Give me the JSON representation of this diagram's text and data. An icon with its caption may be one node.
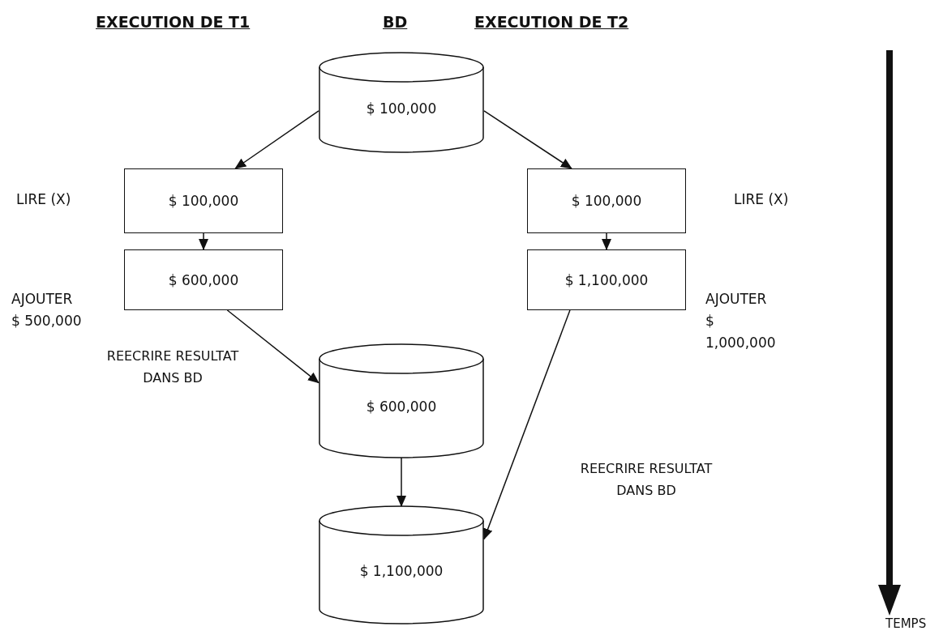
{
  "diagram": {
    "nodes": [
      {
        "text": [
          "$ 100,000"
        ]
      },
      {
        "text": [
          "$ 100,000"
        ],
        "beside": [
          "LIRE (X)"
        ]
      },
      {
        "text": [
          "$ 100,000"
        ],
        "beside": [
          "LIRE (X)"
        ]
      },
      {
        "text": [
          "$ 600,000"
        ],
        "beside": [
          "AJOUTER $ 500,000"
        ]
      },
      {
        "text": [
          "$ 1,100,000"
        ],
        "beside": [
          "AJOUTER $ 1,000,000"
        ]
      },
      {
        "text": [
          "$ 600,000"
        ]
      },
      {
        "text": [
          "$ 1,100,000"
        ]
      }
    ],
    "edges": [
      {
        "from": 0,
        "to": 1,
        "arrow": "to"
      },
      {
        "from": 0,
        "to": 2,
        "arrow": "to"
      },
      {
        "from": 1,
        "to": 3,
        "arrow": "to"
      },
      {
        "from": 2,
        "to": 4,
        "arrow": "to"
      },
      {
        "from": 3,
        "to": 5,
        "arrow": "to",
        "label": "REECRIRE RESULTAT DANS BD"
      },
      {
        "from": 5,
        "to": 6,
        "arrow": "to"
      },
      {
        "from": 4,
        "to": 6,
        "arrow": "to",
        "label": "REECRIRE RESULTAT DANS BD"
      }
    ],
    "labels": [
      "EXECUTION DE T1",
      "BD",
      "EXECUTION DE T2",
      "TEMPS"
    ]
  }
}
